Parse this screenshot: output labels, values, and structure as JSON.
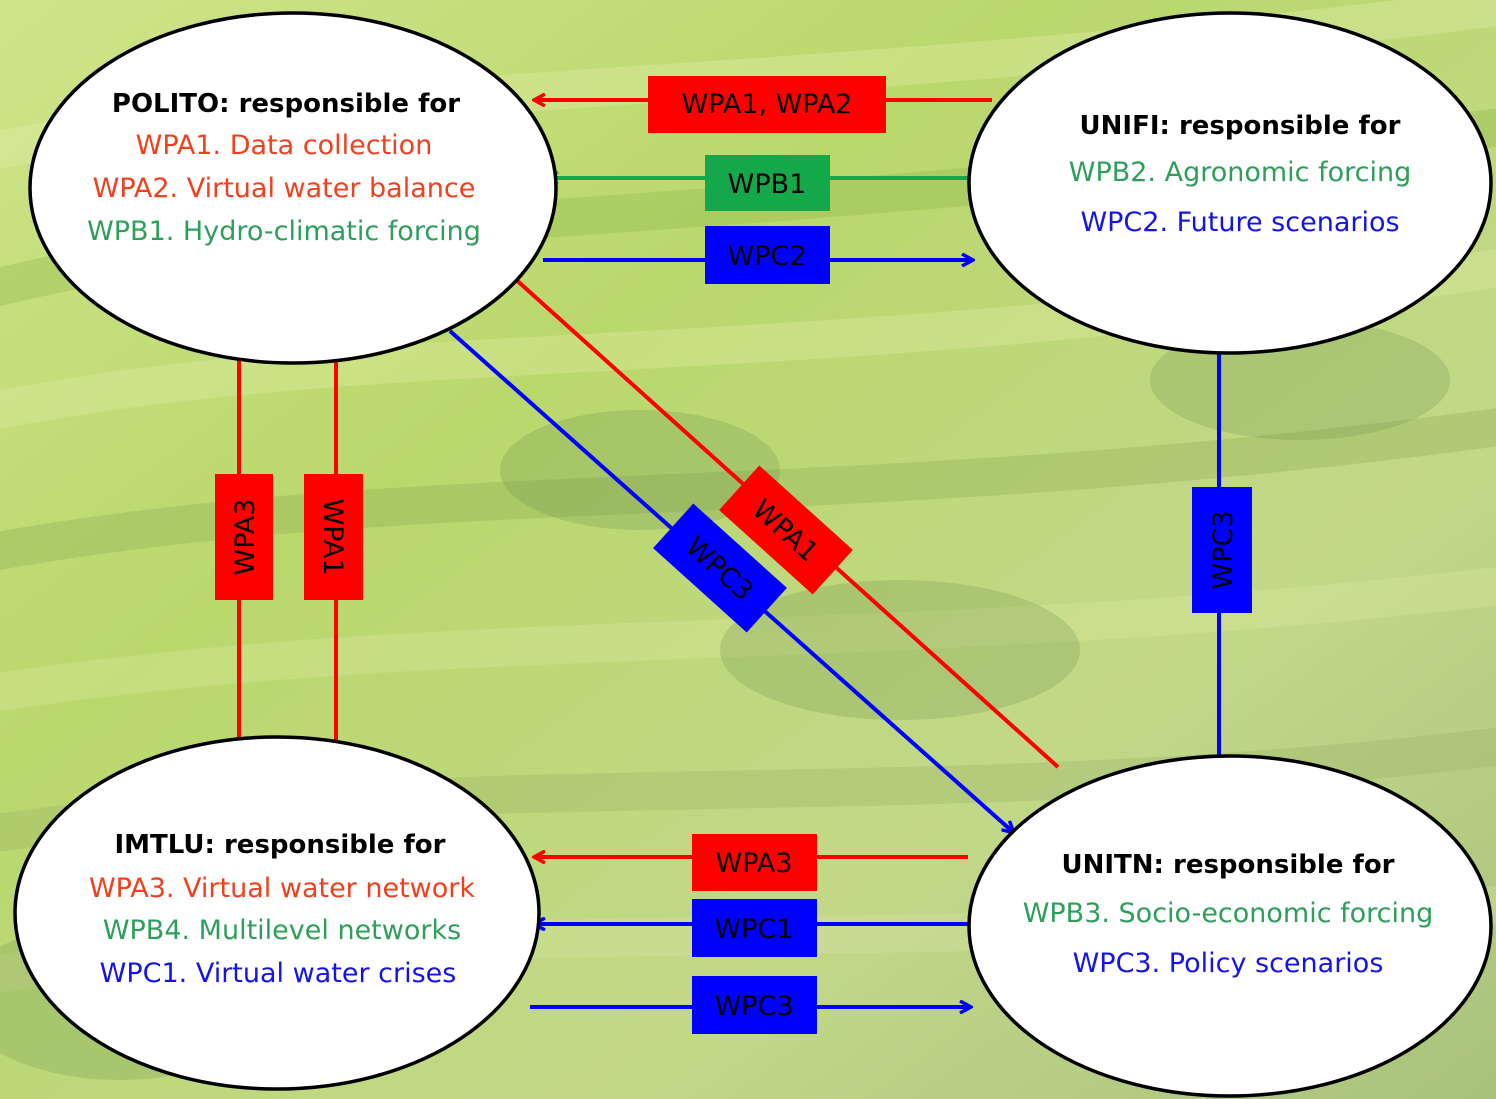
{
  "colors": {
    "red": "#ff0000",
    "green": "#15a84b",
    "blue": "#0000ff",
    "text_red": "#f0401d",
    "text_green": "#2e9e5b",
    "text_blue": "#1414e6"
  },
  "nodes": {
    "polito": {
      "heading": "POLITO: responsible for",
      "lines": [
        "WPA1. Data collection",
        "WPA2. Virtual water balance",
        "WPB1. Hydro-climatic forcing"
      ]
    },
    "unifi": {
      "heading": "UNIFI: responsible for",
      "lines": [
        "WPB2. Agronomic forcing",
        "WPC2. Future scenarios"
      ]
    },
    "imtlu": {
      "heading": "IMTLU: responsible for",
      "lines": [
        "WPA3. Virtual water network",
        "WPB4. Multilevel networks",
        "WPC1. Virtual water crises"
      ]
    },
    "unitn": {
      "heading": "UNITN: responsible for",
      "lines": [
        "WPB3. Socio-economic forcing",
        "WPC3. Policy scenarios"
      ]
    }
  },
  "edges": {
    "unifi_to_polito_red": "WPA1, WPA2",
    "unifi_to_polito_green": "WPB1",
    "polito_to_unifi_blue": "WPC2",
    "polito_to_imtlu_red": "WPA3",
    "imtlu_to_polito_red": "WPA1",
    "unitn_to_polito_red": "WPA1",
    "polito_to_unitn_blue": "WPC3",
    "unifi_to_unitn_blue": "WPC3",
    "unitn_to_imtlu_red": "WPA3",
    "unitn_to_imtlu_blue": "WPC1",
    "imtlu_to_unitn_blue": "WPC3"
  }
}
